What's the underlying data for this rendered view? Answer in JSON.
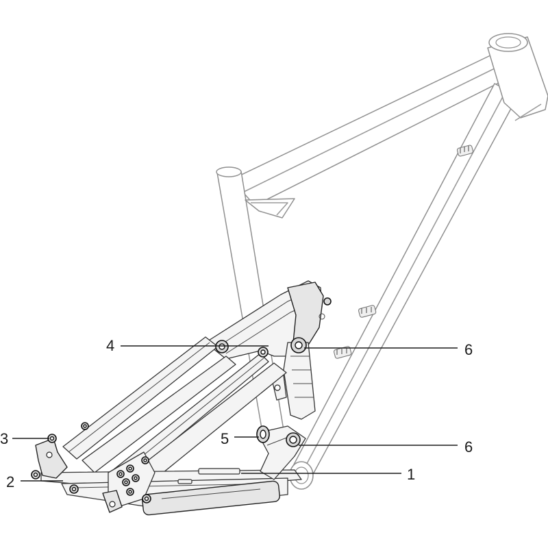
{
  "figure": {
    "callouts": [
      {
        "id": "callout-1",
        "label": "1"
      },
      {
        "id": "callout-2",
        "label": "2"
      },
      {
        "id": "callout-3",
        "label": "3"
      },
      {
        "id": "callout-4",
        "label": "4"
      },
      {
        "id": "callout-5",
        "label": "5"
      },
      {
        "id": "callout-6a",
        "label": "6"
      },
      {
        "id": "callout-6b",
        "label": "6"
      }
    ]
  },
  "colors": {
    "frame_stroke": "#9a9a9a",
    "linkage_stroke": "#222222",
    "callout_text": "#1a1a1a"
  }
}
